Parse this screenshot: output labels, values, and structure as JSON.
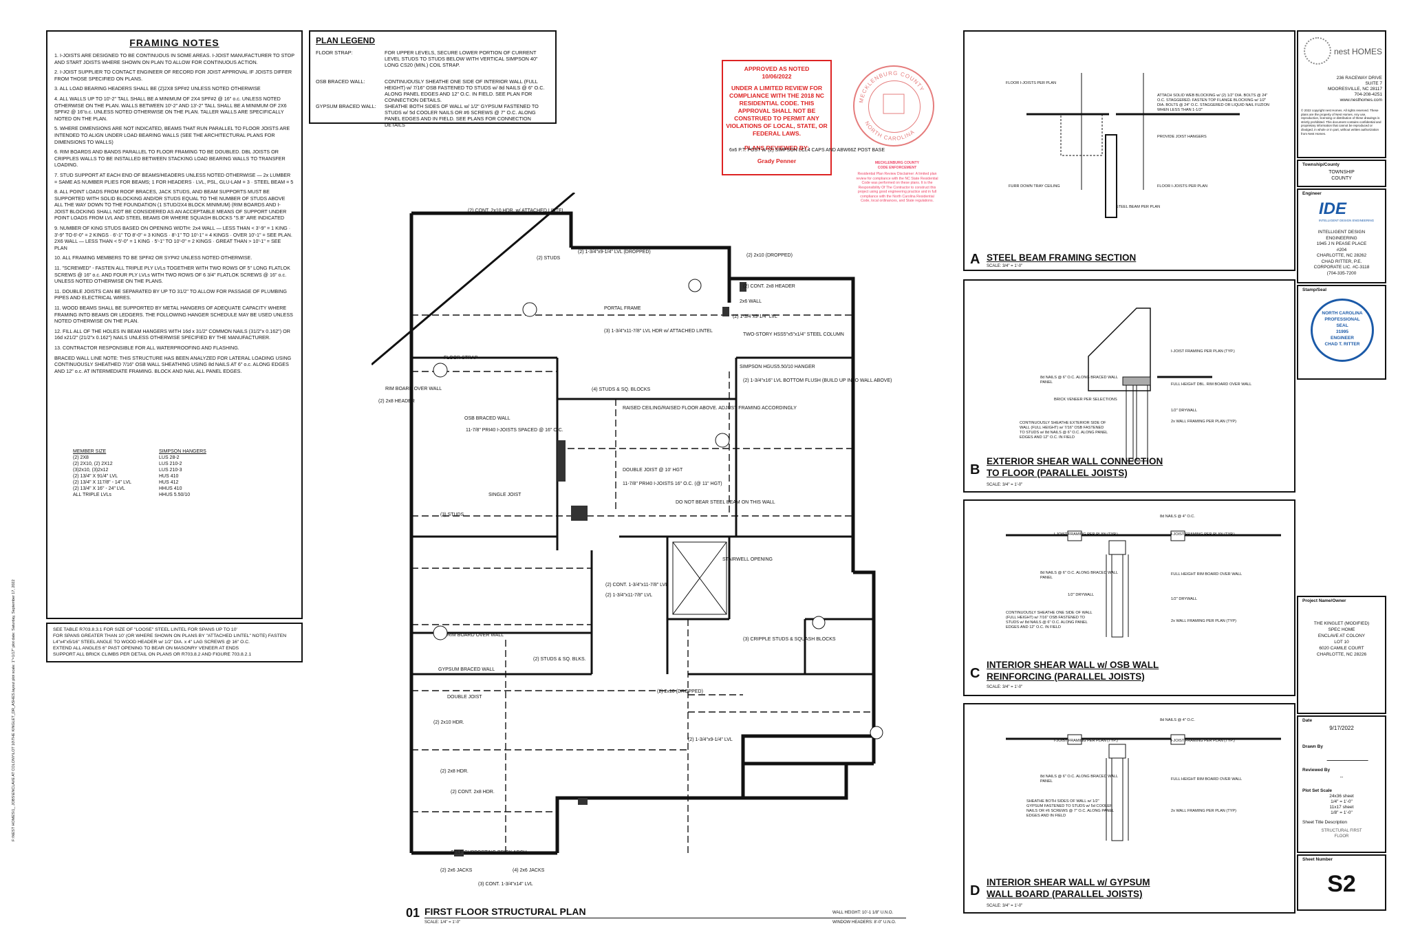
{
  "framing_notes": {
    "title": "FRAMING NOTES",
    "items": [
      "1.  I-JOISTS ARE DESIGNED TO BE CONTINUOUS IN SOME AREAS. I-JOIST MANUFACTURER TO STOP AND START JOISTS WHERE SHOWN ON PLAN TO ALLOW FOR CONTINUOUS ACTION.",
      "2.  I-JOIST SUPPLIER TO CONTACT ENGINEER OF RECORD FOR JOIST APPROVAL IF JOISTS DIFFER FROM THOSE SPECIFIED ON PLANS.",
      "3.  ALL LOAD BEARING HEADERS SHALL BE (2)2X8 SPF#2 UNLESS NOTED OTHERWISE",
      "4.  ALL WALLS UP TO 10'-2\" TALL SHALL BE A MINIMUM OF 2X4 SPF#2 @ 16\" o.c. UNLESS NOTED OTHERWISE ON THE PLAN.  WALLS BETWEEN 10'-2\" AND 13'-2\" TALL SHALL BE A MINIMUM OF 2X6 SPF#2 @ 16\"o.c. UNLESS NOTED OTHERWISE ON THE PLAN. TALLER WALLS ARE SPECIFICALLY NOTED ON THE PLAN.",
      "5.  WHERE DIMENSIONS ARE NOT INDICATED, BEAMS THAT RUN PARALLEL TO FLOOR JOISTS ARE INTENDED TO ALIGN UNDER LOAD BEARING WALLS (SEE THE ARCHITECTURAL PLANS FOR DIMENSIONS TO WALLS)",
      "6.  RIM BOARDS AND BANDS PARALLEL TO FLOOR FRAMING TO BE DOUBLED. DBL JOISTS OR CRIPPLES WALLS TO BE INSTALLED BETWEEN STACKING LOAD BEARING WALLS TO TRANSFER LOADING.",
      "7.  STUD SUPPORT AT EACH END OF BEAMS/HEADERS UNLESS NOTED OTHERWISE  —  2x LUMBER = SAME AS NUMBER PLIES FOR BEAMS; 1 FOR HEADERS · LVL, PSL, GLU-LAM = 3 · STEEL BEAM = 5",
      "8.  ALL POINT LOADS FROM ROOF BRACES, JACK STUDS, AND BEAM SUPPORTS MUST BE SUPPORTED WITH SOLID BLOCKING AND/OR STUDS EQUAL TO THE NUMBER OF STUDS ABOVE ALL THE WAY DOWN TO THE FOUNDATION (1 STUD/2X4 BLOCK MINIMUM) (RIM BOARDS AND I-JOIST BLOCKING SHALL NOT BE CONSIDERED AS AN ACCEPTABLE MEANS OF SUPPORT UNDER POINT LOADS FROM LVL AND STEEL BEAMS OR WHERE SQUASH BLOCKS \"S.B\" ARE INDICATED",
      "9.  NUMBER OF KING STUDS BASED ON OPENING WIDTH:  2x4 WALL — LESS THAN < 3'-9\" = 1 KING · 3'-9\" TO 6'-0\" = 2 KINGS · 6'-1\" TO 8'-0\" = 3 KINGS · 8'-1\" TO 10'-1\" = 4 KINGS · OVER 10'-1\" = SEE PLAN.  2X6 WALL — LESS THAN < 5'-0\" = 1 KING · 5'-1\" TO 10'-0\" = 2 KINGS · GREAT THAN > 10'-1\" = SEE PLAN",
      "10.  ALL FRAMING MEMBERS TO BE SPF#2 OR SYP#2 UNLESS NOTED OTHERWISE.",
      "11.  \"SCREWED\" - FASTEN ALL TRIPLE PLY LVLs TOGETHER WITH TWO ROWS OF 5\" LONG FLATLOK SCREWS @ 16\" o.c. AND FOUR PLY LVLs WITH TWO ROWS OF 6 3/4\" FLATLOK SCREWS @ 16\" o.c. UNLESS NOTED OTHERWISE ON THE PLANS.",
      "11.  DOUBLE JOISTS CAN BE SEPARATED BY UP TO 31/2\" TO ALLOW FOR PASSAGE OF PLUMBING PIPES AND ELECTRICAL WIRES.",
      "11.  WOOD BEAMS SHALL BE SUPPORTED BY METAL HANGERS OF ADEQUATE CAPACITY WHERE FRAMING INTO BEAMS OR LEDGERS. THE FOLLOWING HANGER SCHEDULE MAY BE USED UNLESS NOTED OTHERWISE ON THE PLAN.",
      "12.  FILL ALL OF THE HOLES IN BEAM HANGERS WITH 16d x 31/2\" COMMON NAILS (31/2\"x 0.162\") OR 16d x21/2\" (21/2\"x 0.162\") NAILS UNLESS OTHERWISE SPECIFIED BY THE MANUFACTURER.",
      "13.  CONTRACTOR RESPONSIBLE FOR ALL WATERPROOFING AND FLASHING.",
      "BRACED WALL LINE NOTE:  THIS STRUCTURE HAS BEEN ANALYZED FOR LATERAL LOADING USING CONTINUOUSLY SHEATHED 7/16\" OSB WALL SHEATHING USING 8d NAILS AT 6\" o.c. ALONG EDGES AND 12\" o.c. AT INTERMEDIATE FRAMING. BLOCK AND NAIL ALL PANEL EDGES."
    ],
    "hanger_schedule": {
      "header": [
        "MEMBER SIZE",
        "SIMPSON HANGERS"
      ],
      "rows": [
        [
          "(2) 2X8",
          "LUS 28-2"
        ],
        [
          "(2) 2X10, (2) 2X12",
          "LUS 210-2"
        ],
        [
          "(3)2x10, (3)2x12",
          "LUS 210-3"
        ],
        [
          "(2) 13/4\" X 91/4\" LVL",
          "HUS 410"
        ],
        [
          "(2) 13/4\" X 117/8\" - 14\" LVL",
          "HUS 412"
        ],
        [
          "(2) 13/4\" X 16\" - 24\" LVL",
          "HHUS 410"
        ],
        [
          "ALL TRIPLE LVLs",
          "HHUS 5.50/10"
        ]
      ]
    },
    "footnotes": [
      "SEE TABLE R703.8.3.1 FOR SIZE OF \"LOOSE\" STEEL LINTEL FOR SPANS UP TO 10'",
      "FOR SPANS GREATER THAN 10' (OR WHERE SHOWN ON PLANS BY \"ATTACHED LINTEL\" NOTE) FASTEN L4\"x4\"x5/16\" STEEL ANGLE TO WOOD HEADER w/ 1/2\" DIA. x 4\" LAG SCREWS @ 16\" O.C.",
      "EXTEND ALL ANGLES 6\" PAST OPENING TO BEAR ON MASONRY VENEER AT ENDS",
      "SUPPORT ALL BRICK CLIMBS PER DETAIL ON PLANS OR R703.8.2 AND FIGURE 703.8.2.1"
    ]
  },
  "plan_legend": {
    "title": "PLAN LEGEND",
    "rows": [
      {
        "key": "FLOOR STRAP:",
        "text": "FOR UPPER LEVELS, SECURE LOWER PORTION OF CURRENT LEVEL STUDS TO STUDS BELOW WITH VERTICAL SIMPSON 40\" LONG CS20 (MIN.) COIL STRAP."
      },
      {
        "key": "OSB BRACED WALL:",
        "text": "CONTINUOUSLY SHEATHE ONE SIDE OF INTERIOR WALL (FULL HEIGHT) w/ 7/16\" OSB FASTENED TO STUDS w/ 8d NAILS @ 6\" O.C. ALONG PANEL EDGES AND 12\" O.C. IN FIELD. SEE PLAN FOR CONNECTION DETAILS."
      },
      {
        "key": "GYPSUM BRACED WALL:",
        "text": "SHEATHE BOTH SIDES OF WALL w/ 1/2\" GYPSUM FASTENED TO STUDS w/ 5d COOLER NAILS OR #6 SCREWS @ 7\" O.C. ALONG PANEL EDGES AND IN FIELD. SEE PLANS FOR CONNECTION DETAILS"
      }
    ]
  },
  "approval_stamp": {
    "line1": "APPROVED AS NOTED",
    "date": "10/06/2022",
    "body": "UNDER A LIMITED REVIEW FOR COMPLIANCE WITH THE 2018 NC RESIDENTIAL CODE. THIS APPROVAL SHALL NOT BE CONSTRUED TO PERMIT ANY VIOLATIONS OF LOCAL, STATE, OR FEDERAL LAWS.",
    "reviewed_by_label": "PLANS REVIEWED BY:",
    "reviewer": "Grady Penner"
  },
  "county_seal": {
    "top_text": "MECKLENBURG COUNTY",
    "bottom_text": "NORTH CAROLINA",
    "caption1": "MECKLENBURG COUNTY",
    "caption2": "CODE ENFORCEMENT",
    "disclaimer": "Residential Plan Review Disclaimer: A limited plan review for compliance with the NC State Residential Code was performed on these plans. It is the Responsibility Of The Contractor to construct this project using good engineering practice and in full compliance with the North Carolina Residential Code, local ordinances, and State regulations."
  },
  "details": [
    {
      "letter": "A",
      "title": "STEEL BEAM FRAMING SECTION",
      "scale": "SCALE: 3/4\" = 1'-0\"",
      "notes": [
        "FLOOR I-JOISTS PER PLAN",
        "ATTACH SOLID WEB BLOCKING w/ (2) 1/2\" DIA. BOLTS @ 24\" O.C. STAGGERED. FASTEN TOP FLANGE BLOCKING w/ 1/2\" DIA. BOLTS @ 24\" O.C. STAGGERED OR LIQUID NAIL FUZION WHEN LESS THAN 1-1/2\"",
        "PROVIDE JOIST HANGERS",
        "FURR DOWN TRAY CEILING",
        "FLOOR I-JOISTS PER PLAN",
        "STEEL BEAM PER PLAN"
      ]
    },
    {
      "letter": "B",
      "title": "EXTERIOR SHEAR WALL CONNECTION TO FLOOR (PARALLEL JOISTS)",
      "scale": "SCALE: 3/4\" = 1'-0\"",
      "notes": [
        "I-JOIST FRAMING PER PLAN (TYP.)",
        "8d NAILS @ 6\" O.C. ALONG BRACED WALL PANEL",
        "FULL HEIGHT DBL. RIM BOARD OVER WALL",
        "BRICK VENEER PER SELECTIONS",
        "1/2\" DRYWALL",
        "CONTINUOUSLY SHEATHE EXTERIOR SIDE OF WALL (FULL HEIGHT) w/ 7/16\" OSB FASTENED TO STUDS w/ 8d NAILS @ 6\" O.C. ALONG PANEL EDGES AND 12\" O.C. IN FIELD",
        "2x WALL FRAMING PER PLAN (TYP)"
      ]
    },
    {
      "letter": "C",
      "title": "INTERIOR SHEAR WALL w/ OSB WALL REINFORCING (PARALLEL JOISTS)",
      "scale": "SCALE: 3/4\" = 1'-0\"",
      "notes": [
        "8d NAILS @ 4\" O.C.",
        "I-JOIST FRAMING PER PLAN (TYP.)",
        "I-JOIST FRAMING PER PLAN (TYP.)",
        "8d NAILS @ 6\" O.C. ALONG BRACED WALL PANEL",
        "FULL HEIGHT RIM BOARD OVER WALL",
        "1/2\" DRYWALL",
        "1/2\" DRYWALL",
        "CONTINUOUSLY SHEATHE ONE SIDE OF WALL (FULL HEIGHT) w/ 7/16\" OSB FASTENED TO STUDS w/ 8d NAILS @ 6\" O.C. ALONG PANEL EDGES AND 12\" O.C. IN FIELD",
        "2x WALL FRAMING PER PLAN (TYP)"
      ]
    },
    {
      "letter": "D",
      "title": "INTERIOR SHEAR WALL w/ GYPSUM WALL BOARD (PARALLEL JOISTS)",
      "scale": "SCALE: 3/4\" = 1'-0\"",
      "notes": [
        "8d NAILS @ 4\" O.C.",
        "I-JOIST FRAMING PER PLAN (TYP.)",
        "I-JOIST FRAMING PER PLAN (TYP.)",
        "8d NAILS @ 6\" O.C. ALONG BRACED WALL PANEL",
        "FULL HEIGHT RIM BOARD OVER WALL",
        "SHEATHE BOTH SIDES OF WALL w/ 1/2\" GYPSUM FASTENED TO STUDS w/ 5d COOLER NAILS OR #6 SCREWS @ 7\" O.C. ALONG PANEL EDGES AND IN FIELD",
        "2x WALL FRAMING PER PLAN (TYP)"
      ]
    }
  ],
  "title_block": {
    "company": "nest HOMES",
    "address": [
      "236 RACEWAY DRIVE",
      "SUITE 7",
      "MOORESVILLE, NC 28117",
      "704-208-4251",
      "www.nesthomes.com"
    ],
    "copyright": "© 2022 copyright nest Homes. All rights reserved. These plans are the property of Nest Homes. Any use, reproduction, licensing or distribution of these drawings is strictly prohibited. This document contains confidential and proprietary information that cannot be reproduced or divulged, in whole or in part, without written authorization from Nest Homes.",
    "township_label": "Township/County",
    "township_value": [
      "TOWNSHIP",
      "COUNTY"
    ],
    "engineer_label": "Engineer",
    "engineer_logo": "IDE",
    "engineer_logo_sub": "INTELLIGENT DESIGN ENGINEERING",
    "engineer_text": [
      "INTELLIGENT DESIGN",
      "ENGINEERING",
      "1945 J N PEASE PLACE",
      "#204",
      "CHARLOTTE, NC 28262",
      "CHAD RITTER, P.E.",
      "CORPORATE LIC. #C-3118",
      "(704-335-7200"
    ],
    "stamp_label": "Stamp/Seal",
    "pe_seal": [
      "NORTH CAROLINA",
      "PROFESSIONAL",
      "SEAL",
      "31995",
      "ENGINEER",
      "CHAD T. RITTER"
    ],
    "project_label": "Project Name/Owner",
    "project_text": [
      "THE KINGLET (MODIFIED)",
      "SPEC HOME",
      "ENCLAVE AT COLONY",
      "LOT 10",
      "6020 CAMILE COURT",
      "CHARLOTTE, NC 28226"
    ],
    "date_label": "Date",
    "date_value": "9/17/2022",
    "drawn_label": "Drawn By",
    "reviewed_label": "Reviewed By",
    "reviewed_value": "--",
    "scale_label": "Plot Set Scale",
    "scale_text": [
      "24x36 sheet",
      "1/4\" = 1'-0\"",
      "11x17 sheet",
      "1/8\" = 1'-0\""
    ],
    "sheet_title_label": "Sheet Title Description",
    "sheet_title_value": [
      "STRUCTURAL FIRST",
      "FLOOR"
    ],
    "sheet_number_label": "Sheet Number",
    "sheet_number": "S2"
  },
  "plan": {
    "number": "01",
    "title": "FIRST FLOOR STRUCTURAL PLAN",
    "scale": "SCALE: 1/4\" = 1'-0\"",
    "wall_height": "WALL HEIGHT: 10'-1 1/8\" U.N.O.",
    "window_headers": "WINDOW HEADERS: 8'-0\" U.N.O.",
    "labels": [
      "(2) CONT. 2x10 HDR. w/ ATTACHED LINTEL",
      "6x6 P.T. POST w/ (2) SIMPSON LCL4 CAPS AND ABW66Z POST BASE",
      "(2) 1-3/4\"x9-1/4\" LVL (DROPPED)",
      "(2) 2x10 (DROPPED)",
      "(2) STUDS",
      "PORTAL FRAME",
      "(2) CONT. 2x8 HEADER",
      "2x6 WALL",
      "(2) 1-3/4\"x9-1/4\" LVL",
      "(3) 1-3/4\"x11-7/8\" LVL HDR w/ ATTACHED LINTEL",
      "TWO-STORY HSS5\"x5\"x1/4\" STEEL COLUMN",
      "SIMPSON HGUS5.50/10 HANGER",
      "(2) 1-3/4\"x16\" LVL BOTTOM FLUSH (BUILD UP INTO WALL ABOVE)",
      "FLOOR STRAP",
      "RIM BOARD OVER WALL",
      "(2) 2x8 HEADER",
      "OSB BRACED WALL",
      "(4) STUDS & SQ. BLOCKS",
      "RAISED CEILING/RAISED FLOOR ABOVE. ADJUST FRAMING ACCORDINGLY",
      "11-7/8\" PRI40 I-JOISTS SPACED @ 16\" O.C.",
      "11-7/8\" PRI40 I-JOISTS 16\" O.C. (@ 11\" HGT)",
      "DOUBLE JOIST @ 10' HGT",
      "DO NOT BEAR STEEL BEAM ON THIS WALL",
      "SINGLE JOIST",
      "STAIRWELL OPENING",
      "(2) 1-3/4\"x11-7/8\" LVL",
      "(2) CONT. 1-3/4\"x11-7/8\" LVL",
      "RIM BOARD OVER WALL",
      "GYPSUM BRACED WALL",
      "DOUBLE JOIST",
      "(2) 2x10 HDR.",
      "(2) 2x10 (DROPPED)",
      "(3) CRIPPLE STUDS & SQUASH BLOCKS",
      "(2) 1-3/4\"x9-1/4\" LVL",
      "SELF-SUPPORTING BRICK ARCH",
      "(3) CONT. 1-3/4\"x14\" LVL",
      "(2) 2x6 JACKS",
      "(4) 2x6 JACKS",
      "(3) STUDS",
      "(2) STUDS & SQ. BLKS.",
      "(2) 2x8 HDR.",
      "(2) CONT. 2x8 HDR."
    ]
  },
  "side_text": "F:\\NEST HOMES\\1_ JOBS\\ENCLAVE AT COLONY\\LOT 10\\THE KINGLET_DR_ASHES.layout   plot scale: 1\"=1/17\"  plot date: Saturday, September 17, 2022"
}
